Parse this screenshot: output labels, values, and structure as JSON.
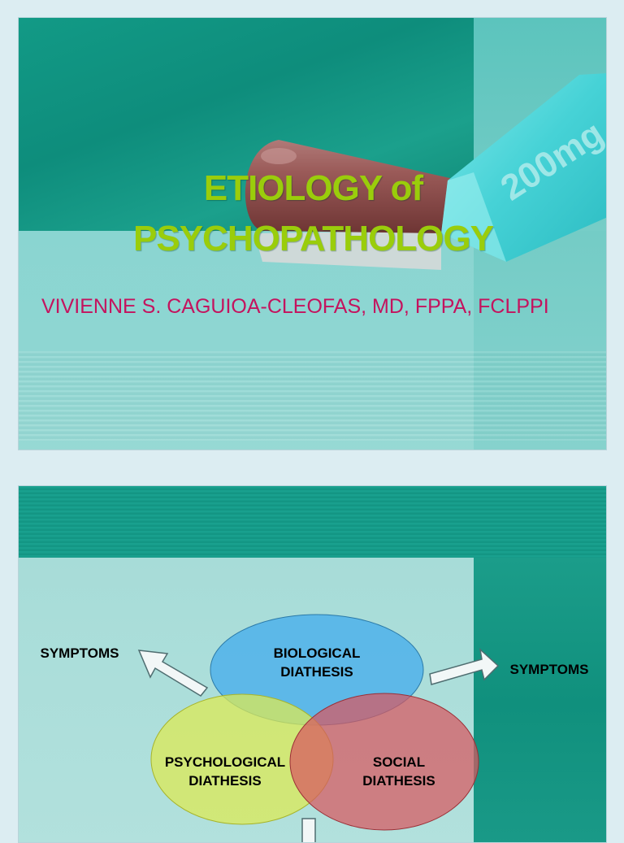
{
  "slide1": {
    "title_line1": "ETIOLOGY of",
    "title_line2": "PSYCHOPATHOLOGY",
    "author": "VIVIENNE S. CAGUIOA-CLEOFAS, MD, FPPA, FCLPPI",
    "capsule_text": "200mg"
  },
  "slide2": {
    "symptoms_left": "SYMPTOMS",
    "symptoms_right": "SYMPTOMS",
    "biological_line1": "BIOLOGICAL",
    "biological_line2": "DIATHESIS",
    "psychological_line1": "PSYCHOLOGICAL",
    "psychological_line2": "DIATHESIS",
    "social_line1": "SOCIAL",
    "social_line2": "DIATHESIS"
  },
  "colors": {
    "title": "#9acd0b",
    "author": "#c4135e",
    "biological_circle": "#4fb2ea",
    "psychological_circle": "#dcea55",
    "social_circle": "#d85860"
  }
}
